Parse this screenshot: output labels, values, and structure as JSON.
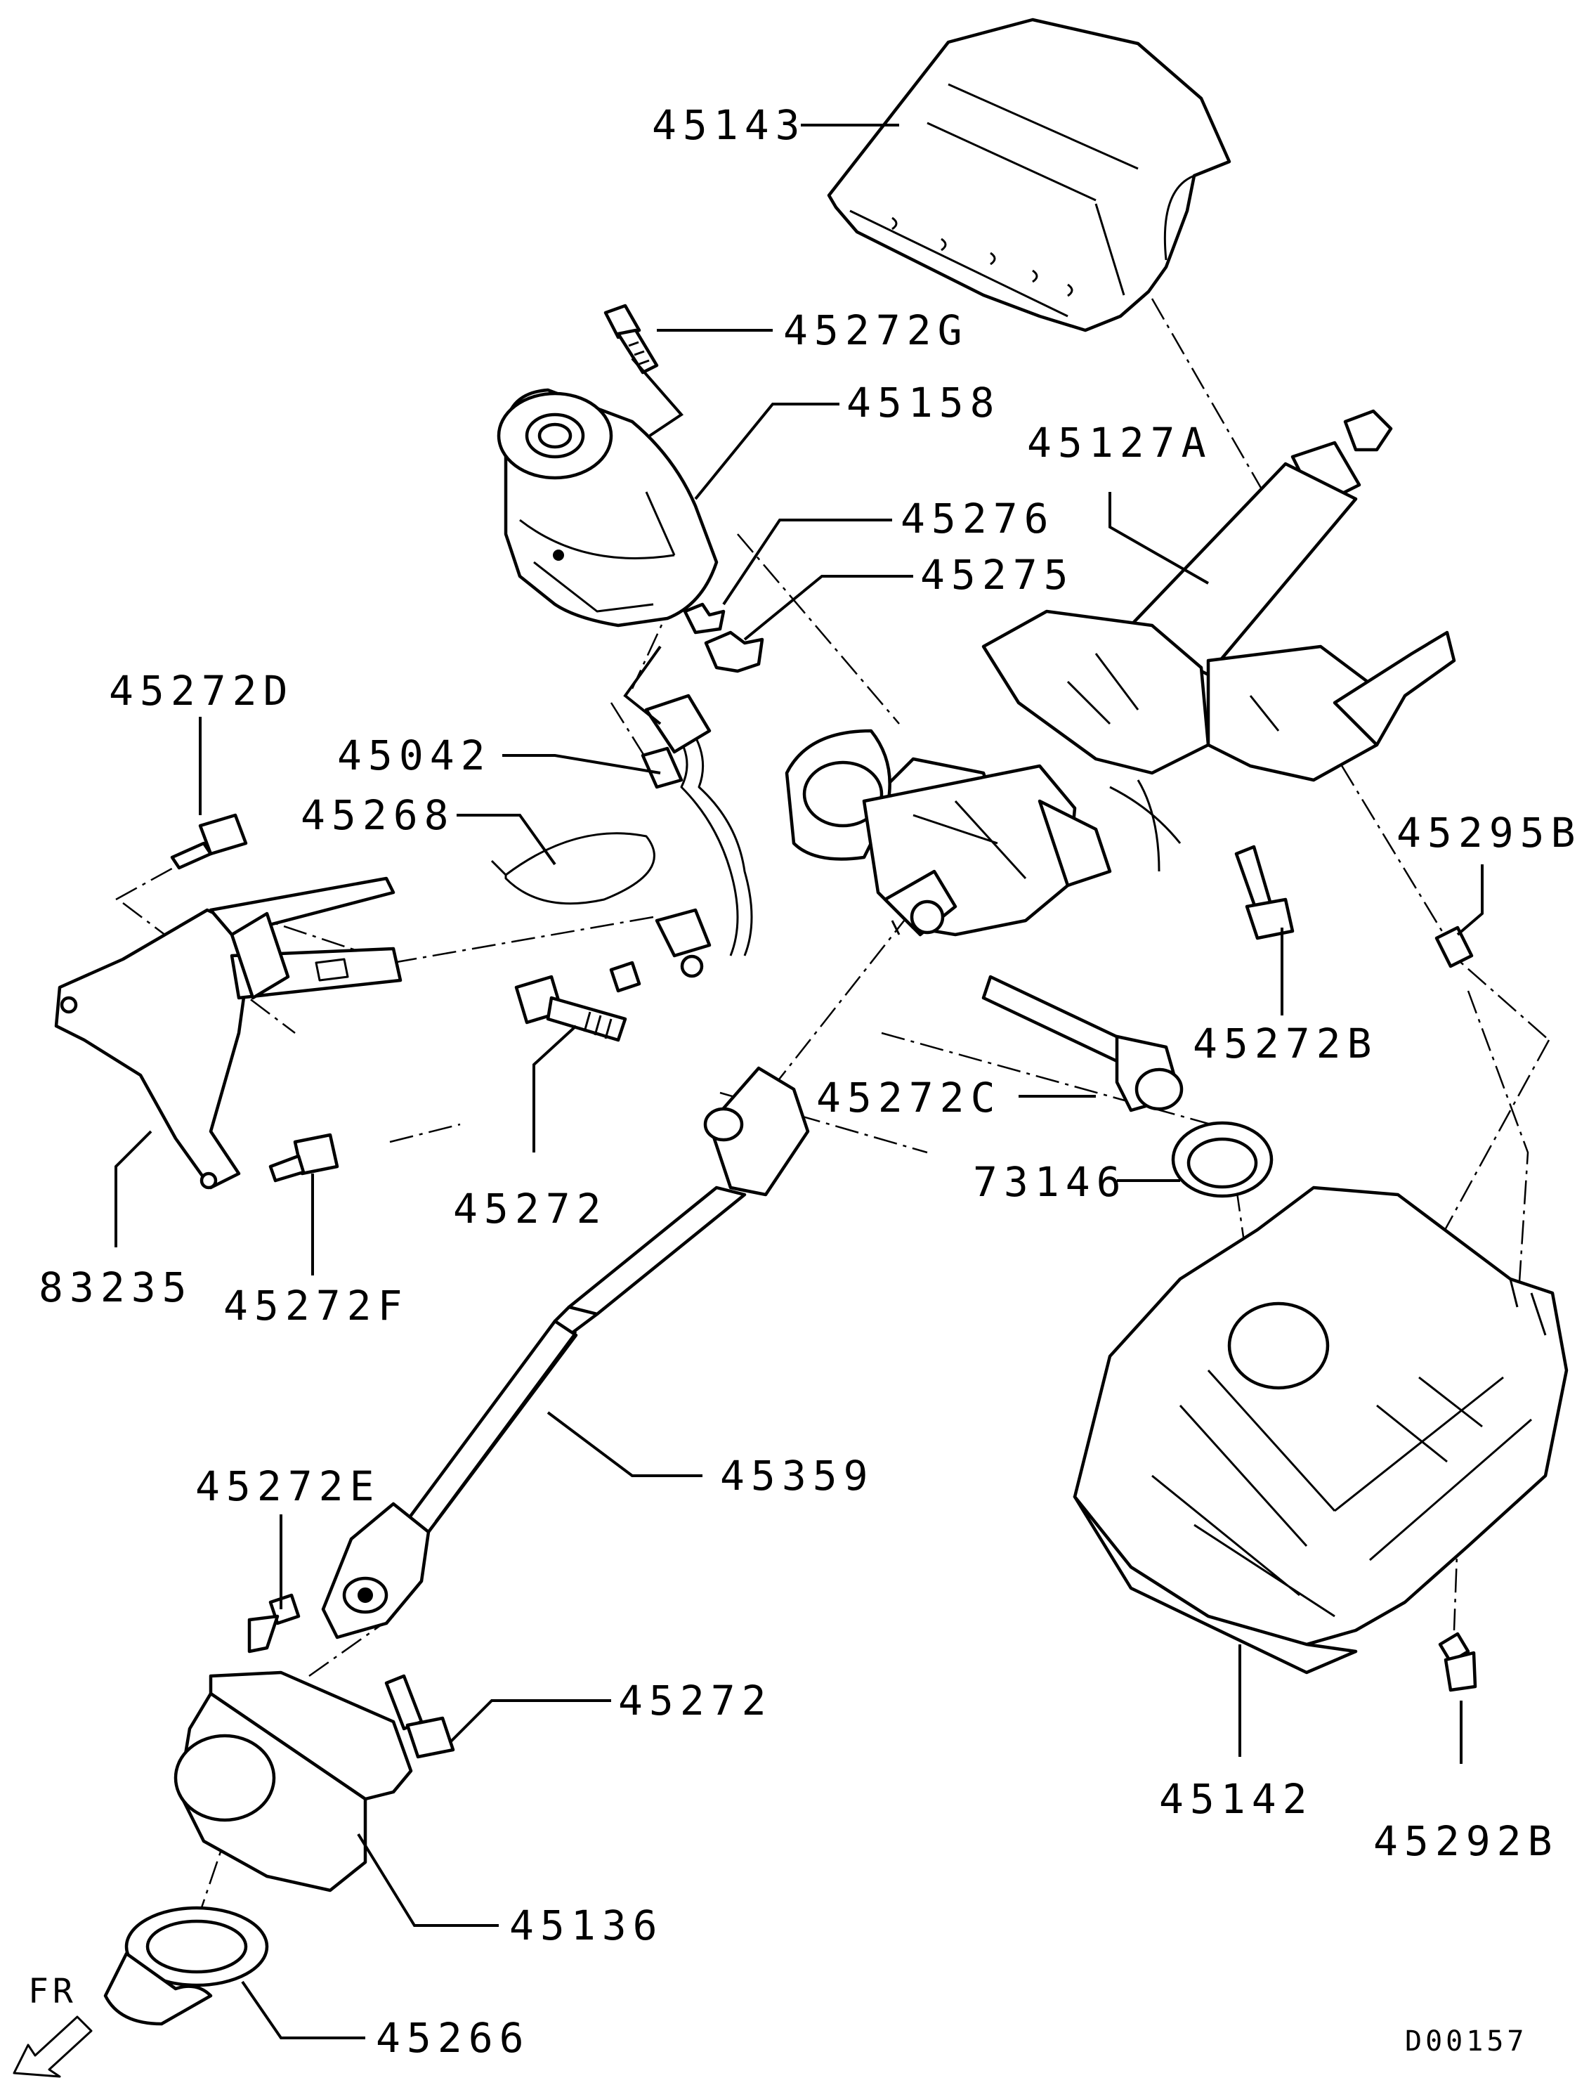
{
  "labels": {
    "p45143": "45143",
    "p45272G": "45272G",
    "p45158": "45158",
    "p45127A": "45127A",
    "p45276": "45276",
    "p45275": "45275",
    "p45272D": "45272D",
    "p45042": "45042",
    "p45268": "45268",
    "p45295B": "45295B",
    "p45272B": "45272B",
    "p45272C": "45272C",
    "p45272": "45272",
    "p73146": "73146",
    "p83235": "83235",
    "p45272F": "45272F",
    "p45359": "45359",
    "p45272E": "45272E",
    "p45272b": "45272",
    "p45142": "45142",
    "p45292B": "45292B",
    "p45136": "45136",
    "p45266": "45266"
  },
  "direction_label": "FR",
  "diagram_ref": "D00157"
}
